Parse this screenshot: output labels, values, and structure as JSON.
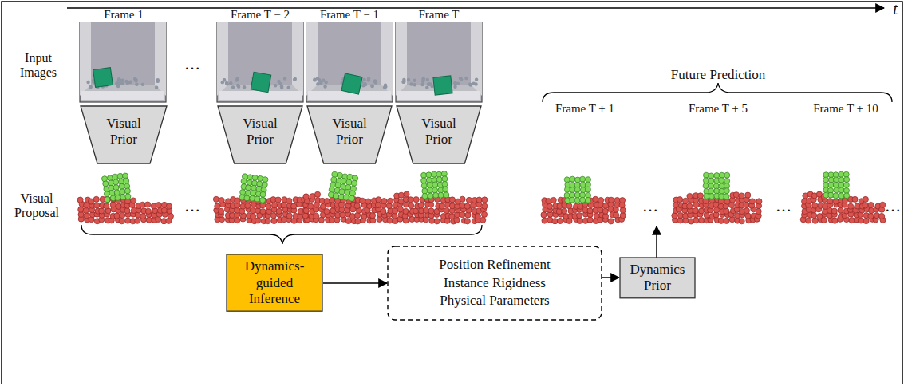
{
  "diagram": {
    "nodes": [
      {
        "text": [
          "Visual Prior"
        ]
      },
      {
        "text": [
          "Visual Prior"
        ]
      },
      {
        "text": [
          "Visual Prior"
        ]
      },
      {
        "text": [
          "Visual Prior"
        ]
      },
      {
        "text": [
          "Dynamics-guided Inference"
        ]
      },
      {
        "text": [
          "Position Refinement",
          "Instance Rigidness",
          "Physical Parameters"
        ]
      },
      {
        "text": [
          "Dynamics Prior"
        ]
      }
    ],
    "edges": [
      {
        "from": 4,
        "to": 5,
        "arrow": "to"
      },
      {
        "from": 5,
        "to": 6,
        "arrow": "to"
      }
    ],
    "labels": [
      "t",
      "Input Images",
      "Visual Proposal",
      "Frame 1",
      "…",
      "Frame T − 2",
      "Frame T − 1",
      "Frame T",
      "…",
      "Future Prediction",
      "Frame T + 1",
      "…",
      "Frame T + 5",
      "…",
      "Frame T + 10",
      "…"
    ]
  }
}
